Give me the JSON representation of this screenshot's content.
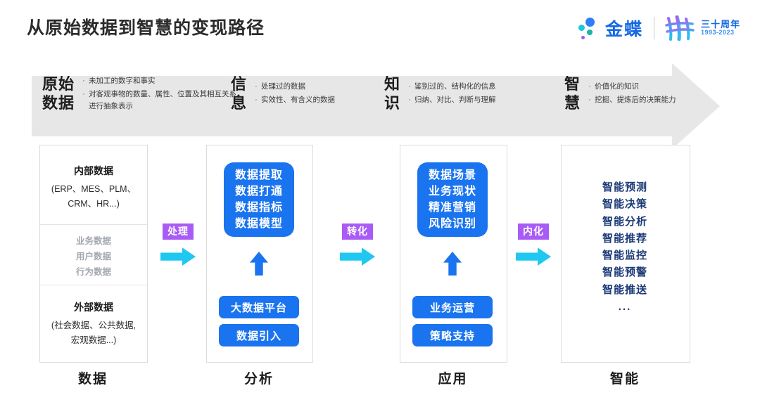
{
  "header": {
    "title": "从原始数据到智慧的变现路径",
    "logo": {
      "brand": "金蝶",
      "anniversary_cn": "三十周年",
      "anniversary_years": "1993-2023"
    }
  },
  "banner": {
    "stages": [
      {
        "name": "原始\n数据",
        "bullets": [
          "未加工的数字和事实",
          "对客观事物的数量、属性、位置及其相互关系进行抽象表示"
        ]
      },
      {
        "name": "信\n息",
        "bullets": [
          "处理过的数据",
          "实效性、有含义的数据"
        ]
      },
      {
        "name": "知\n识",
        "bullets": [
          "鉴别过的、结构化的信息",
          "归纳、对比、判断与理解"
        ]
      },
      {
        "name": "智\n慧",
        "bullets": [
          "价值化的知识",
          "挖掘、提炼后的决策能力"
        ]
      }
    ]
  },
  "columns": {
    "data": {
      "bottom_label": "数据",
      "internal_heading": "内部数据",
      "internal_sub": "(ERP、MES、PLM、CRM、HR...)",
      "middle_items": [
        "业务数据",
        "用户数据",
        "行为数据"
      ],
      "external_heading": "外部数据",
      "external_sub": "(社会数据、公共数据, 宏观数据...)"
    },
    "analysis": {
      "bottom_label": "分析",
      "box_lines": [
        "数据提取",
        "数据打通",
        "数据指标",
        "数据模型"
      ],
      "pills": [
        "大数据平台",
        "数据引入"
      ]
    },
    "application": {
      "bottom_label": "应用",
      "box_lines": [
        "数据场景",
        "业务现状",
        "精准营销",
        "风险识别"
      ],
      "pills": [
        "业务运营",
        "策略支持"
      ]
    },
    "intelligence": {
      "bottom_label": "智能",
      "items": [
        "智能预测",
        "智能决策",
        "智能分析",
        "智能推荐",
        "智能监控",
        "智能预警",
        "智能推送"
      ],
      "ellipsis": "..."
    }
  },
  "connectors": [
    {
      "label": "处理"
    },
    {
      "label": "转化"
    },
    {
      "label": "内化"
    }
  ],
  "colors": {
    "primary_blue": "#1a74ef",
    "accent_purple": "#a95cf5",
    "accent_cyan": "#1fc8f0",
    "banner_gray": "#e7e7e7",
    "navy": "#1c3a78"
  }
}
